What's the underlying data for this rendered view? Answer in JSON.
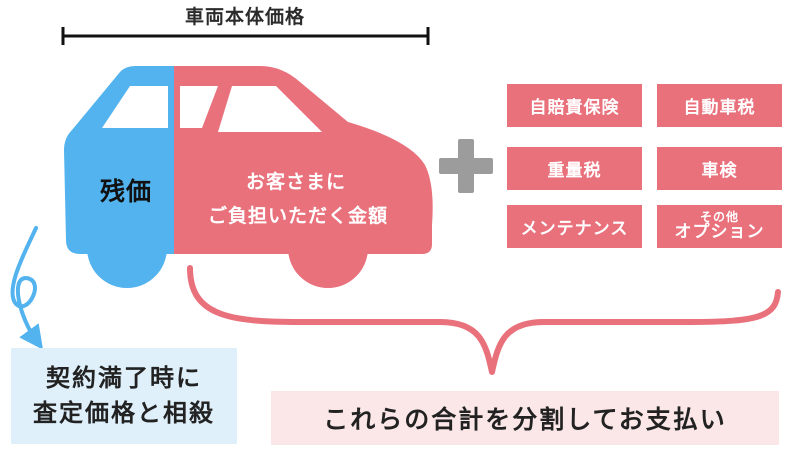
{
  "header": {
    "title": "車両本体価格"
  },
  "car": {
    "residual_label": "残価",
    "customer_line1": "お客さまに",
    "customer_line2": "ご負担いただく金額"
  },
  "costs": [
    {
      "label": "自賠責保険"
    },
    {
      "label": "自動車税"
    },
    {
      "label": "重量税"
    },
    {
      "label": "車検"
    },
    {
      "label": "メンテナンス"
    },
    {
      "label_small": "その他",
      "label_big": "オプション"
    }
  ],
  "end_of_contract": {
    "line1": "契約満了時に",
    "line2": "査定価格と相殺"
  },
  "summary": {
    "text": "これらの合計を分割してお支払い"
  },
  "colors": {
    "blue": "#52b3ef",
    "pink": "#e9717c",
    "plus_gray": "#9c9c9c",
    "blue_box_bg": "#dff0fb",
    "pink_box_bg": "#fbe7e8"
  },
  "icons": [
    "plus-icon",
    "curly-arrow-icon",
    "brace-icon",
    "dimension-bar-icon",
    "car-icon"
  ]
}
